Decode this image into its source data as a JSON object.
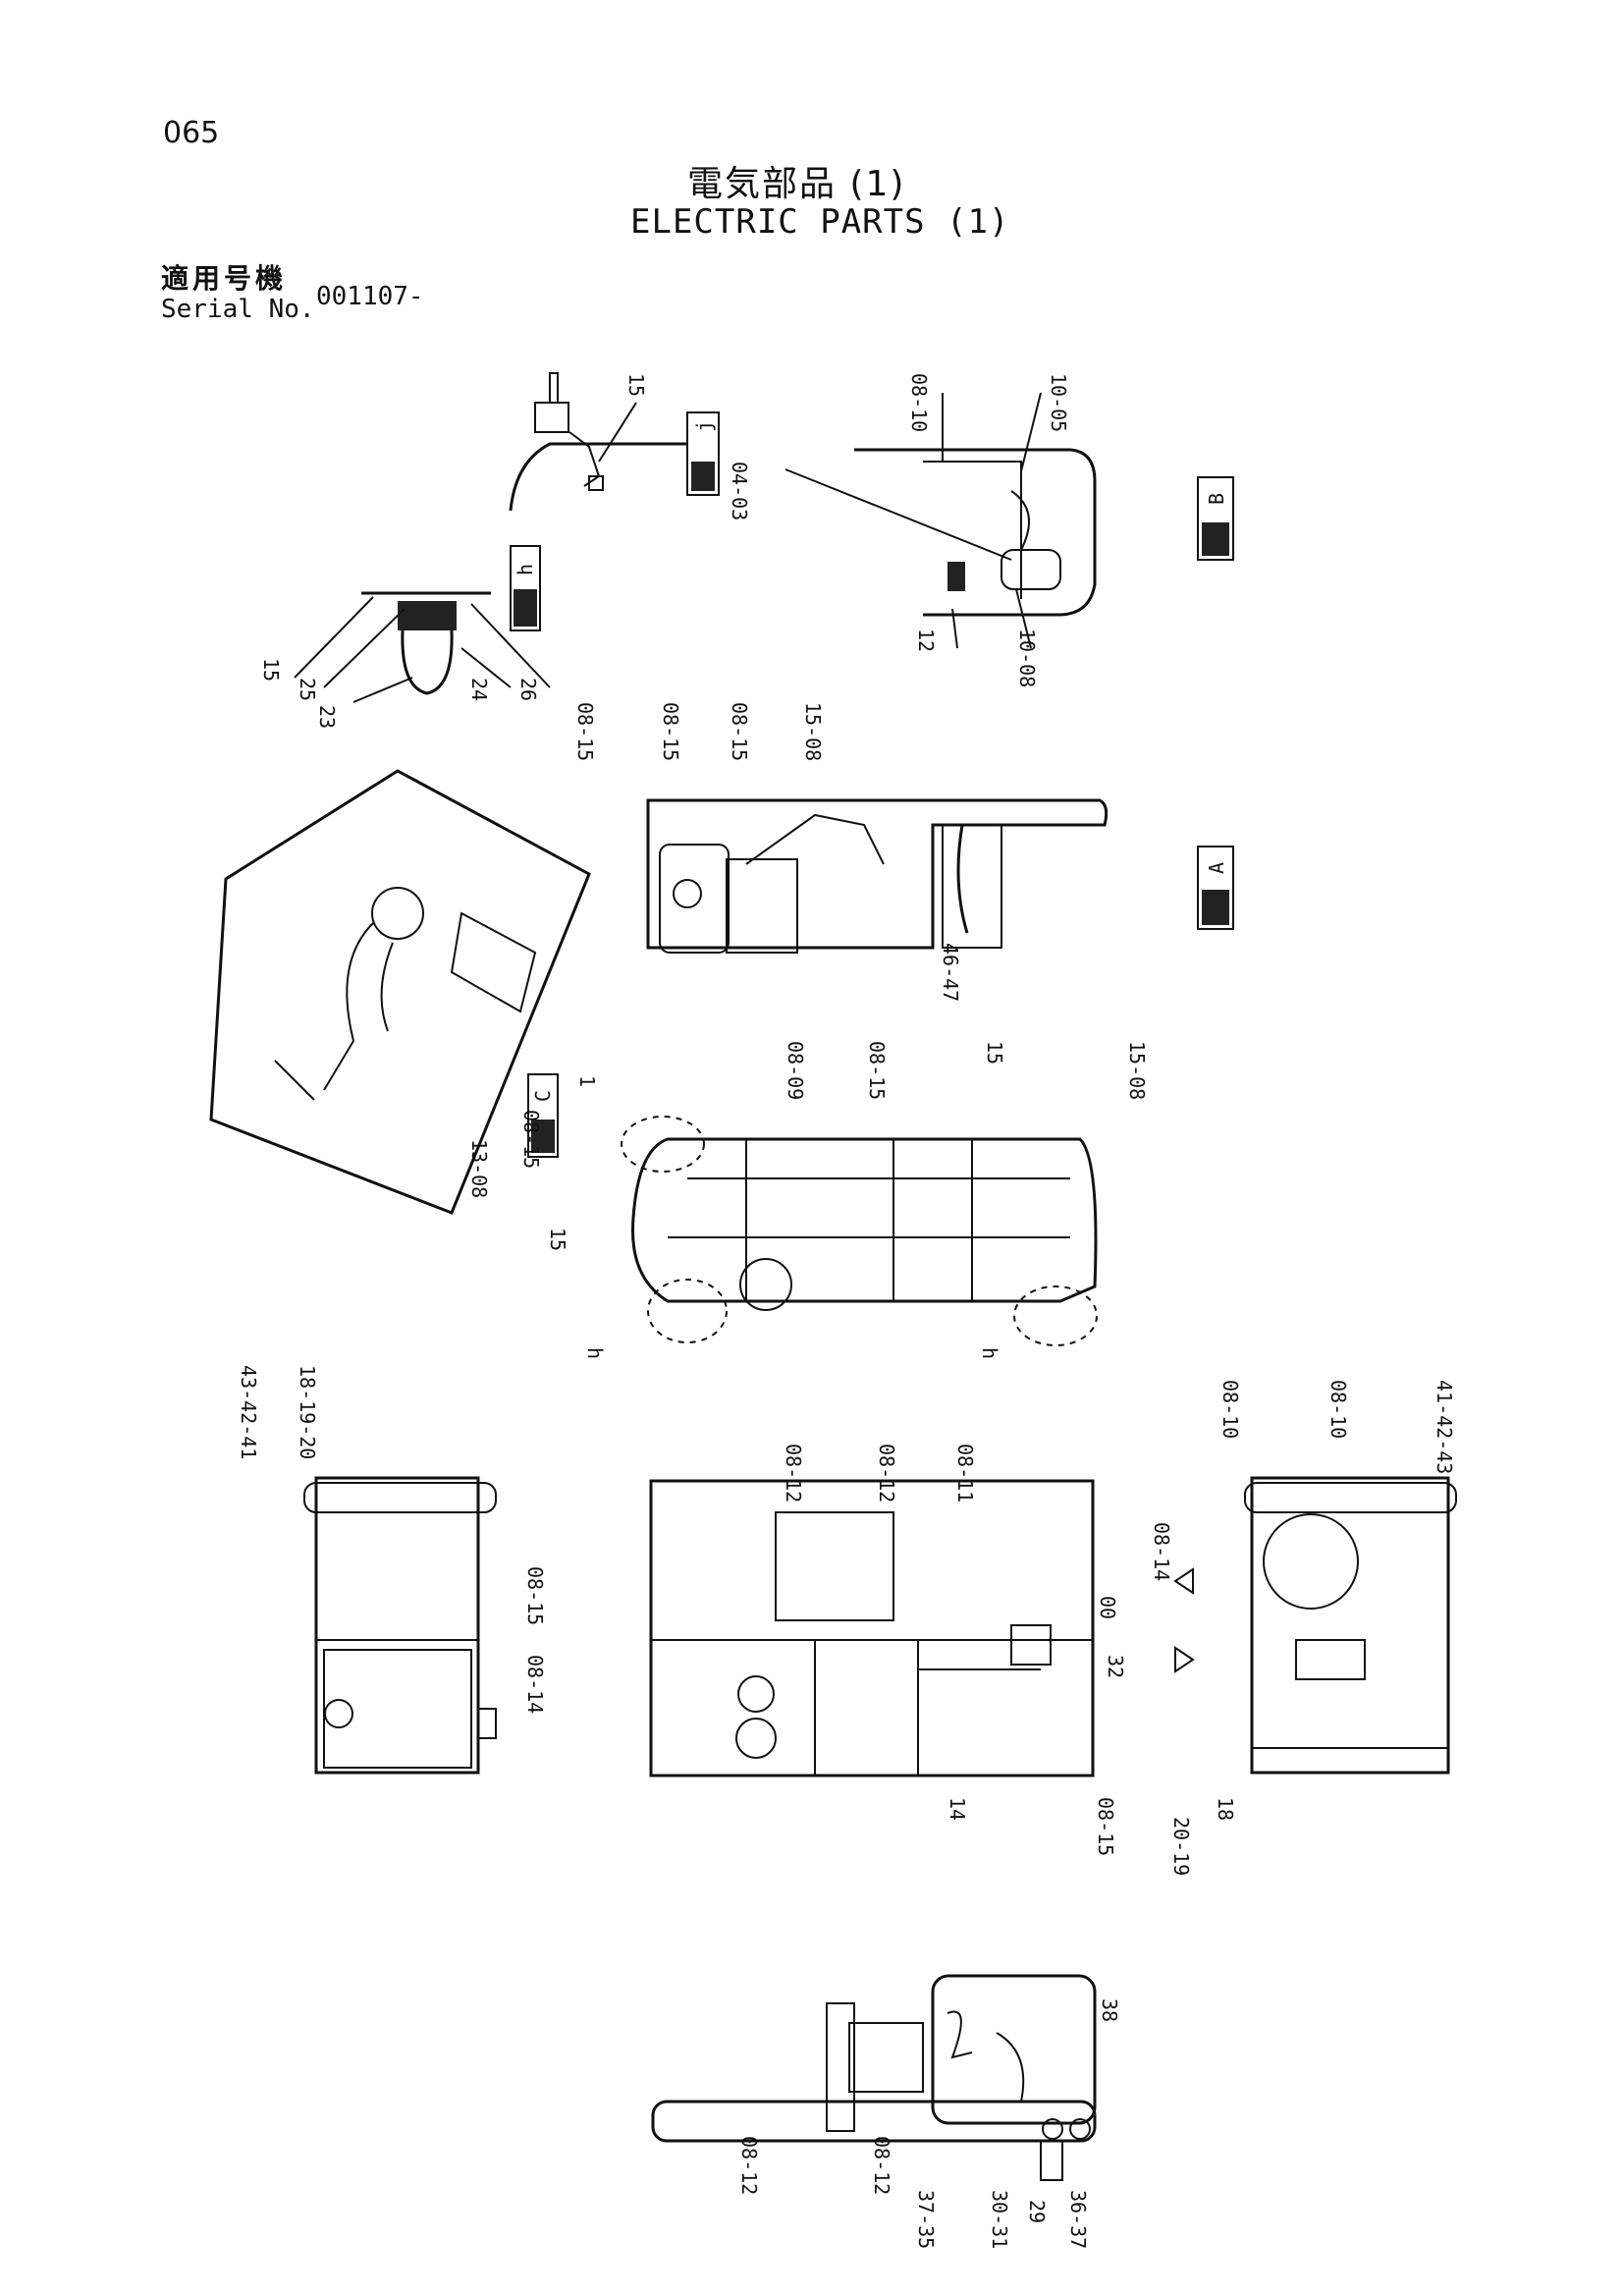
{
  "page_number": "065",
  "title_jp": "電気部品 (1)",
  "title_en": "ELECTRIC PARTS (1)",
  "serial_label_jp": "適用号機",
  "serial_label_en": "Serial No.",
  "serial_value": "001107-",
  "view_tags": [
    {
      "letter": "j",
      "kind": "DETAIL"
    },
    {
      "letter": "h",
      "kind": "DETAIL"
    },
    {
      "letter": "B",
      "kind": "SECTION"
    },
    {
      "letter": "A",
      "kind": "SECTION"
    },
    {
      "letter": "C",
      "kind": "VIEW"
    }
  ],
  "callouts": [
    "15",
    "08-10",
    "10-05",
    "04-03",
    "12",
    "10-08",
    "15",
    "25",
    "23",
    "24",
    "26",
    "08-15",
    "08-15",
    "08-15",
    "15-08",
    "46-47",
    "1",
    "08-09",
    "08-15",
    "15",
    "15-08",
    "08-15",
    "13-08",
    "15",
    "h",
    "h",
    "43-42-41",
    "18-19-20",
    "08-12",
    "08-12",
    "08-11",
    "08-15",
    "00",
    "08-14",
    "14",
    "32",
    "08-15",
    "08-10",
    "08-10",
    "41-42-43",
    "08-14",
    "20-19",
    "18",
    "08-12",
    "08-12",
    "38",
    "37-35",
    "30-31",
    "29",
    "36-37"
  ]
}
